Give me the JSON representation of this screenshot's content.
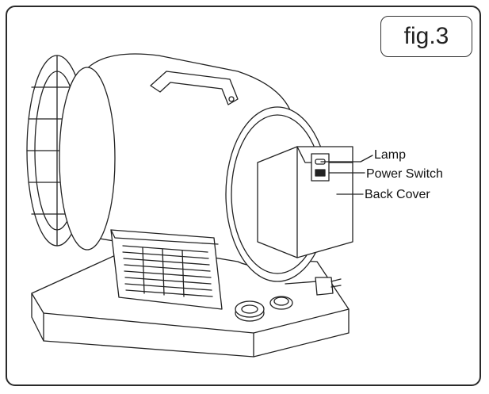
{
  "figure": {
    "badge_text": "fig.3",
    "labels": {
      "lamp": "Lamp",
      "power_switch": "Power Switch",
      "back_cover": "Back Cover"
    }
  },
  "colors": {
    "line": "#222222",
    "background": "#ffffff"
  }
}
